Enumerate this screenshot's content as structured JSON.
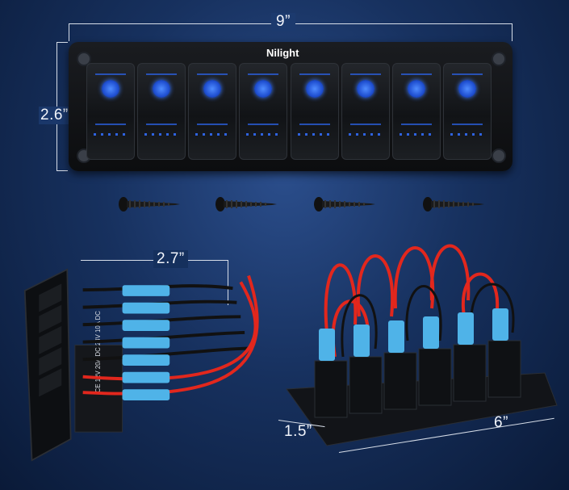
{
  "brand": "Nilight",
  "dimensions": {
    "panel_width": "9”",
    "panel_height": "2.6”",
    "depth": "2.7”",
    "rear_width": "6”",
    "rear_height": "1.5”"
  },
  "rating_label": "CE 12V 20A DC 24V 10A DC",
  "switch_count": 8,
  "screw_count": 4
}
